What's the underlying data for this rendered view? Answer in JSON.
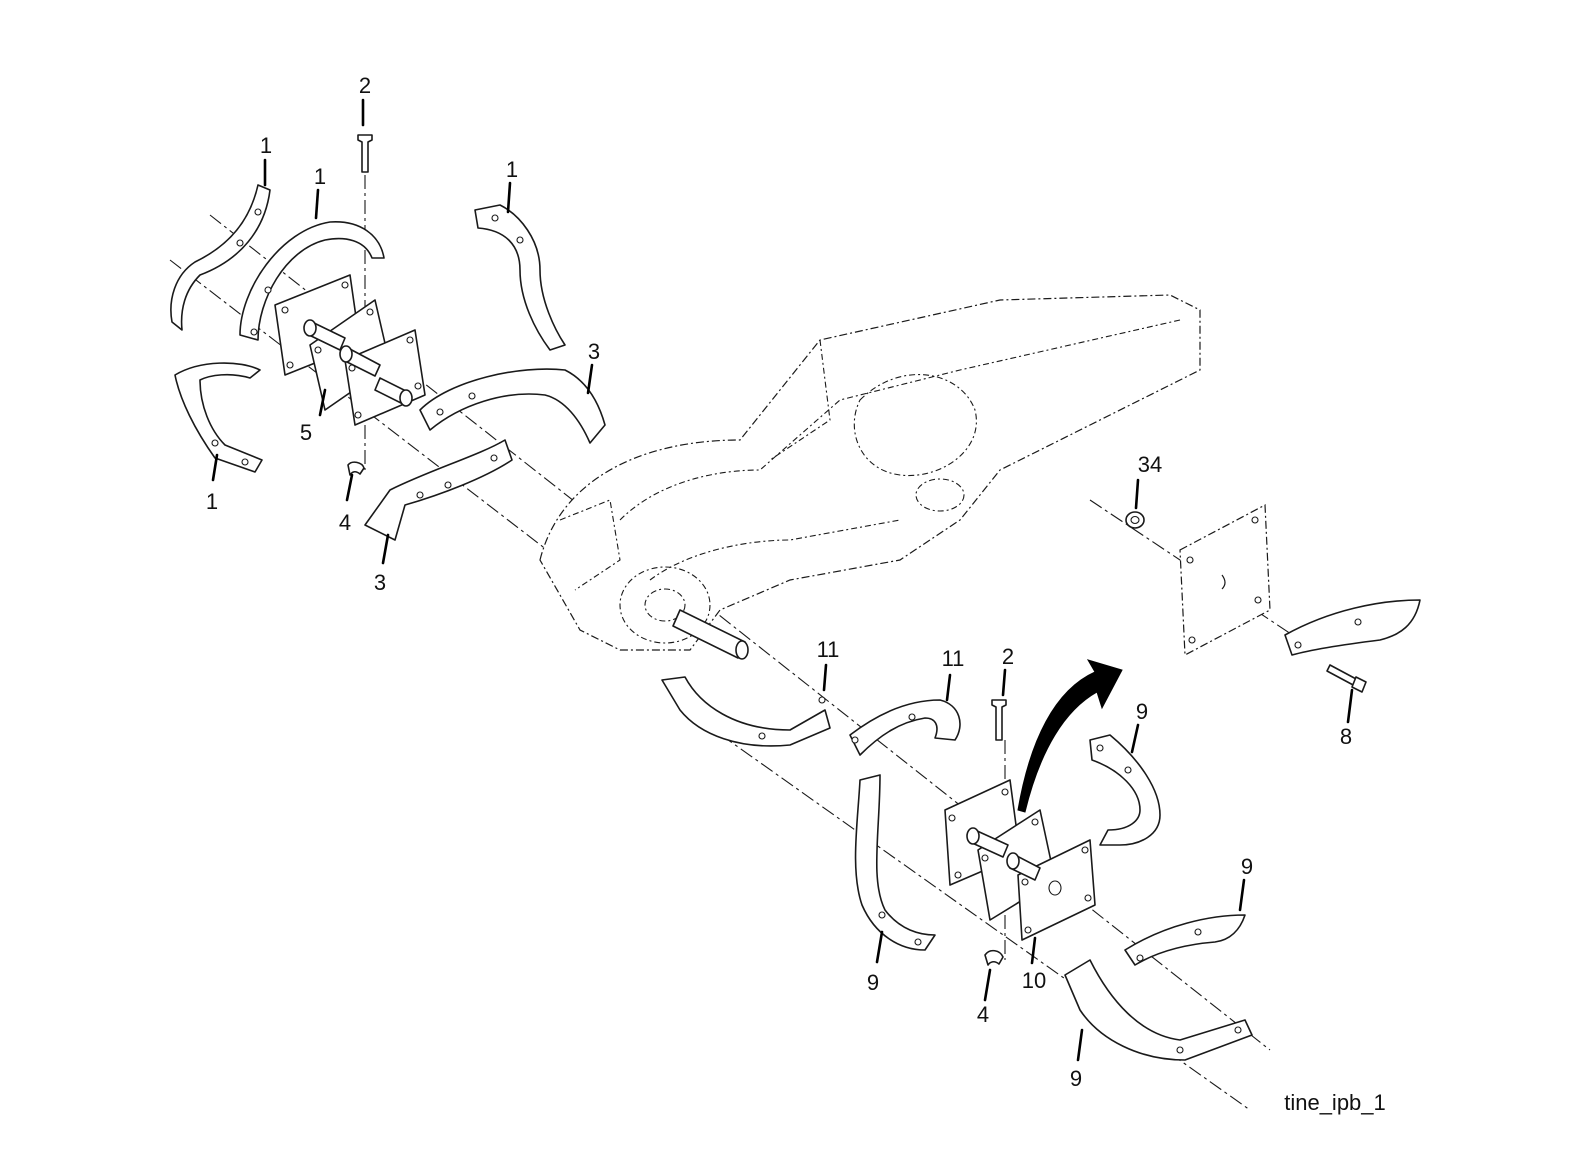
{
  "callouts": {
    "c1a": "1",
    "c1b": "1",
    "c1c": "1",
    "c1d": "1",
    "c2a": "2",
    "c2b": "2",
    "c3a": "3",
    "c3b": "3",
    "c4a": "4",
    "c4b": "4",
    "c5": "5",
    "c8": "8",
    "c9a": "9",
    "c9b": "9",
    "c9c": "9",
    "c9d": "9",
    "c10": "10",
    "c11a": "11",
    "c11b": "11",
    "c34": "34"
  },
  "figure_code": "tine_ipb_1"
}
